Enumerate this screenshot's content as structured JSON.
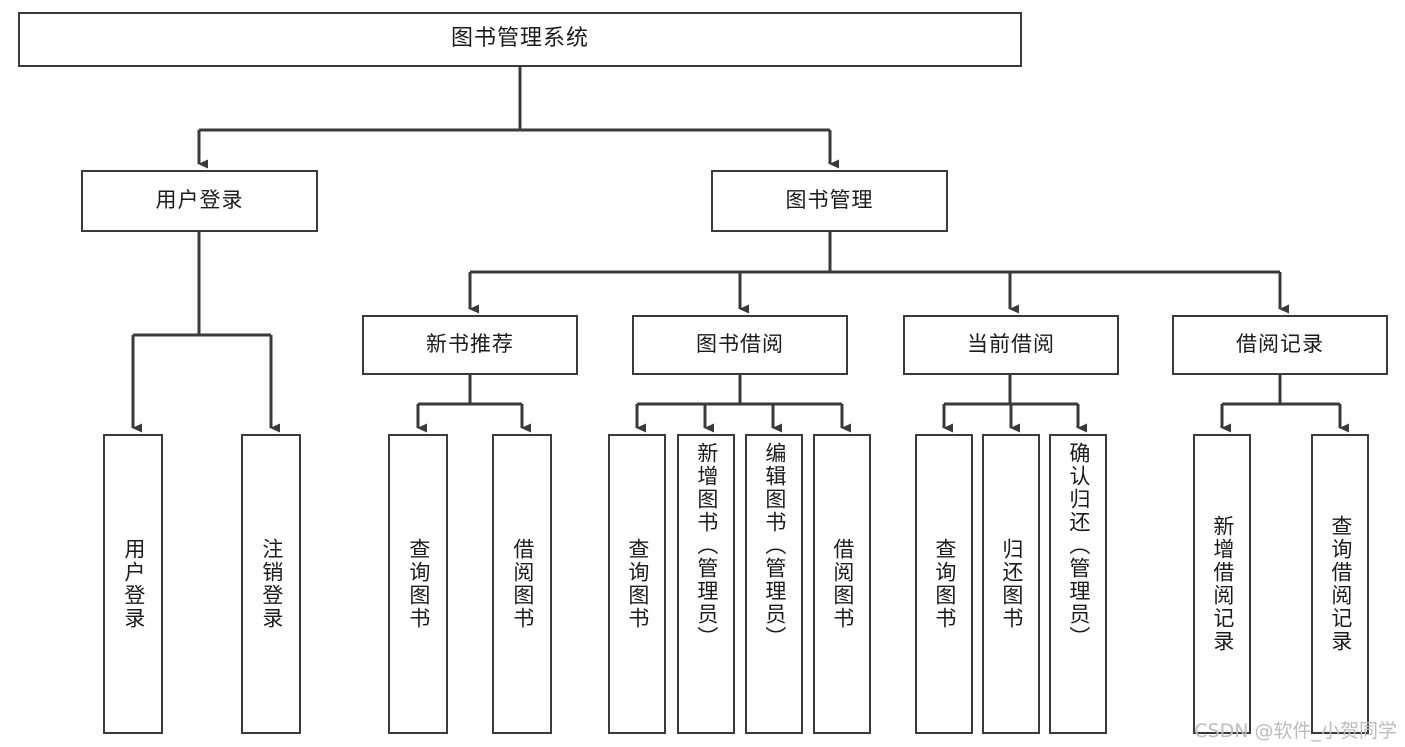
{
  "diagram": {
    "title": "图书管理系统",
    "type": "tree-hierarchy-diagram",
    "colors": {
      "box_border": "#3a3a3a",
      "box_fill": "#ffffff",
      "edge": "#3a3a3a",
      "text": "#1b1b1b",
      "watermark": "#bcbcbc",
      "background": "#ffffff"
    },
    "root": {
      "label": "图书管理系统"
    },
    "branches": [
      {
        "label": "用户登录"
      },
      {
        "label": "图书管理"
      }
    ],
    "categories": [
      {
        "label": "新书推荐"
      },
      {
        "label": "图书借阅"
      },
      {
        "label": "当前借阅"
      },
      {
        "label": "借阅记录"
      }
    ],
    "leaves": {
      "user_login": [
        {
          "label": "用户登录"
        },
        {
          "label": "注销登录"
        }
      ],
      "new_book_recommend": [
        {
          "label": "查询图书"
        },
        {
          "label": "借阅图书"
        }
      ],
      "book_borrow": [
        {
          "label": "查询图书"
        },
        {
          "label": "新增图书（管理员）"
        },
        {
          "label": "编辑图书（管理员）"
        },
        {
          "label": "借阅图书"
        }
      ],
      "current_borrow": [
        {
          "label": "查询图书"
        },
        {
          "label": "归还图书"
        },
        {
          "label": "确认归还（管理员）"
        }
      ],
      "borrow_record": [
        {
          "label": "新增借阅记录"
        },
        {
          "label": "查询借阅记录"
        }
      ]
    }
  },
  "watermark": {
    "text": "CSDN @软件_小贺同学"
  }
}
